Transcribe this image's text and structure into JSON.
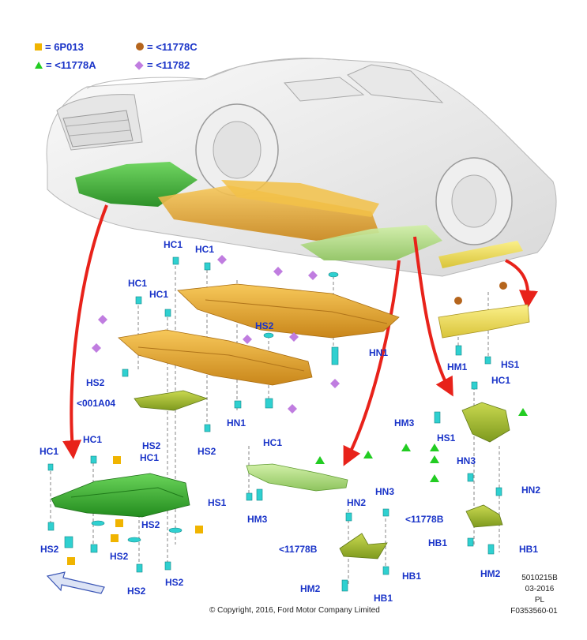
{
  "legend": [
    {
      "symbol": "square",
      "color": "#f0b400",
      "text": "= 6P013"
    },
    {
      "symbol": "circle",
      "color": "#b5651d",
      "text": "= <11778C"
    },
    {
      "symbol": "triangle",
      "color": "#22cc22",
      "text": "= <11778A"
    },
    {
      "symbol": "diamond",
      "color": "#c07de0",
      "text": "= <11782"
    }
  ],
  "colors": {
    "label": "#1a34c8",
    "arrow": "#e8221a",
    "shield_green": "#3cae32",
    "shield_orange": "#e3a21a",
    "shield_yellow": "#f2de4a",
    "shield_lightgreen": "#a9d96a",
    "clip": "#2fd0d0"
  },
  "labels": {
    "hc1_a": "HC1",
    "hc1_b": "HC1",
    "hc1_c": "HC1",
    "hc1_d": "HC1",
    "hc1_e": "HC1",
    "hc1_f": "HC1",
    "hc1_g": "HC1",
    "hc1_h": "HC1",
    "hs2_a": "HS2",
    "hs2_b": "HS2",
    "hs2_c": "HS2",
    "hs2_d": "HS2",
    "hs2_e": "HS2",
    "hs2_f": "HS2",
    "hs2_g": "HS2",
    "hs2_h": "HS2",
    "hs2_i": "HS2",
    "hn1_a": "HN1",
    "hn1_b": "HN1",
    "part_001a04": "<001A04",
    "hm1": "HM1",
    "hs1_a": "HS1",
    "hs1_b": "HS1",
    "hs1_c": "HS1",
    "hm3_a": "HM3",
    "hm3_b": "HM3",
    "hn3_a": "HN3",
    "hn3_b": "HN3",
    "hn2_a": "HN2",
    "hn2_b": "HN2",
    "part_11778b_a": "<11778B",
    "part_11778b_b": "<11778B",
    "hb1_a": "HB1",
    "hb1_b": "HB1",
    "hb1_c": "HB1",
    "hb1_d": "HB1",
    "hm2_a": "HM2",
    "hm2_b": "HM2"
  },
  "meta": {
    "number": "5010215B",
    "date": "03-2016",
    "lang": "PL",
    "figure": "F0353560-01"
  },
  "copyright": "© Copyright, 2016, Ford Motor Company Limited"
}
